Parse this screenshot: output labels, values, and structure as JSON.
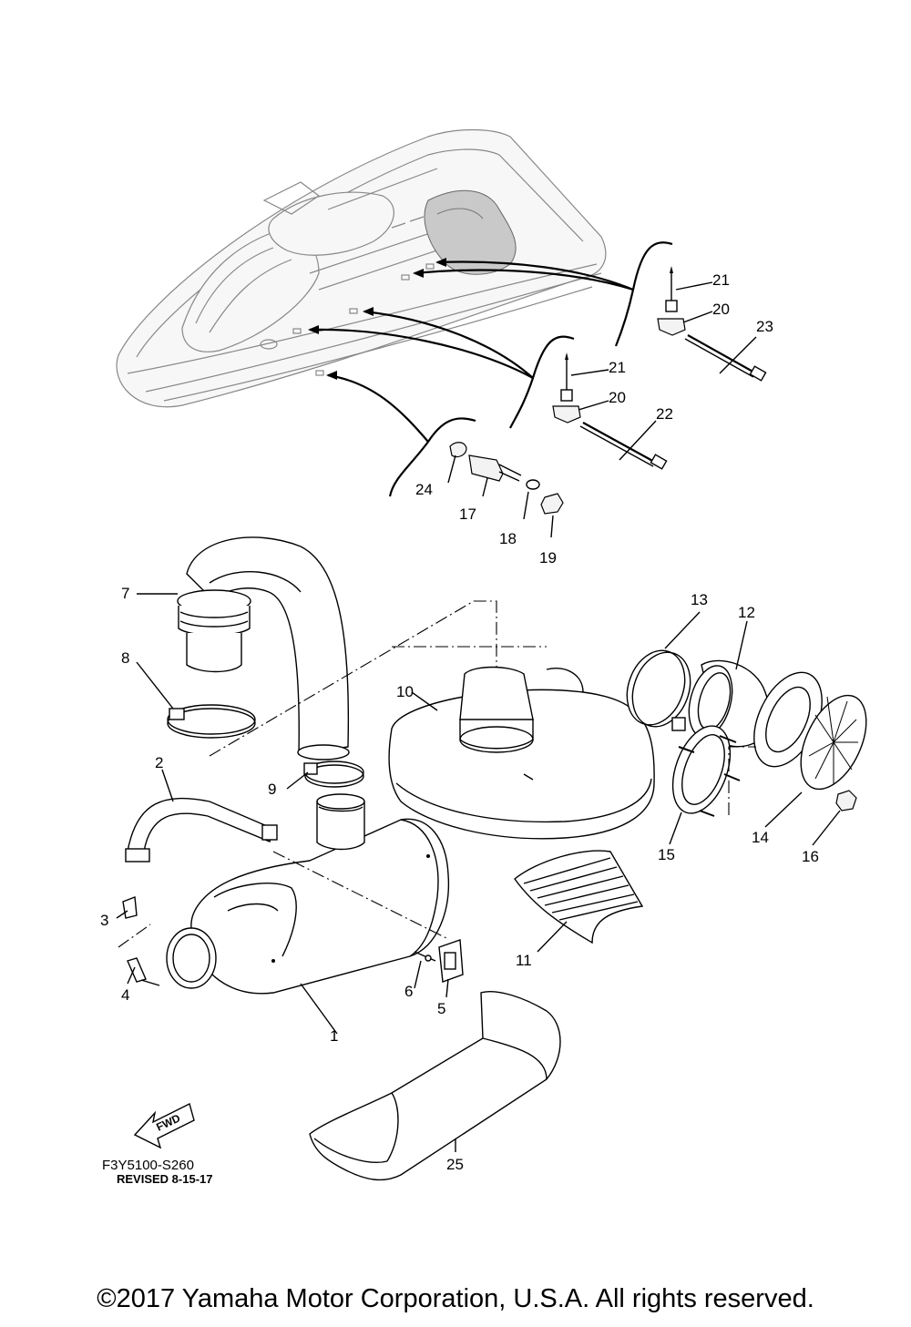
{
  "diagram": {
    "part_numbers": [
      "1",
      "2",
      "3",
      "4",
      "5",
      "6",
      "7",
      "8",
      "9",
      "10",
      "11",
      "12",
      "13",
      "14",
      "15",
      "16",
      "17",
      "18",
      "19",
      "20",
      "20",
      "21",
      "21",
      "22",
      "23",
      "24",
      "25"
    ],
    "drawing_code": "F3Y5100-S260",
    "revision": "REVISED 8-15-17",
    "fwd_label": "FWD"
  },
  "footer": {
    "copyright": "©2017 Yamaha Motor Corporation, U.S.A. All rights reserved."
  }
}
